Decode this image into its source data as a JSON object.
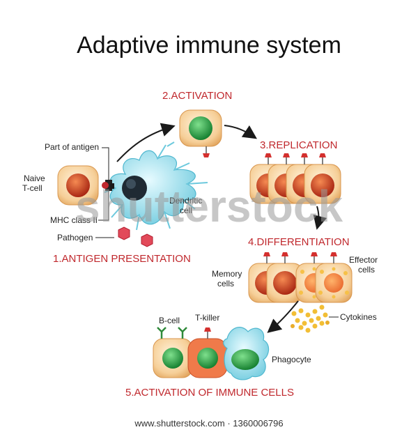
{
  "title": "Adaptive immune system",
  "steps": {
    "s1": "1.ANTIGEN PRESENTATION",
    "s2": "2.ACTIVATION",
    "s3": "3.REPLICATION",
    "s4": "4.DIFFERENTIATION",
    "s5": "5.ACTIVATION OF IMMUNE CELLS"
  },
  "labels": {
    "part_of_antigen": "Part of antigen",
    "naive_1": "Naive",
    "naive_2": "T-cell",
    "mhc": "MHC class II",
    "pathogen": "Pathogen",
    "dendritic_1": "Dendritic",
    "dendritic_2": "cell",
    "memory_1": "Memory",
    "memory_2": "cells",
    "effector_1": "Effector",
    "effector_2": "cells",
    "cytokines": "Cytokines",
    "bcell": "B-cell",
    "tkiller": "T-killer",
    "phagocyte": "Phagocyte"
  },
  "watermark": "shutterstock",
  "footer": "www.shutterstock.com · 1360006796",
  "colors": {
    "step_text": "#c0282d",
    "cell_fill": "#f6cf98",
    "nucleus_red": "#c2341d",
    "nucleus_green": "#1f9a3a",
    "dendritic": "#8ddcec",
    "arrow": "#1a1a1a"
  }
}
